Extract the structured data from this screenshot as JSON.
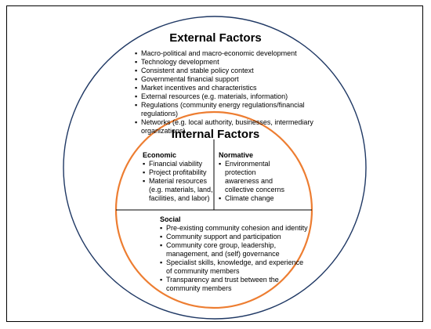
{
  "colors": {
    "outer_circle": "#1f3864",
    "inner_circle": "#ed7d31",
    "divider": "#000000"
  },
  "bullet": "▪",
  "external": {
    "title": "External Factors",
    "items": [
      "Macro-political and macro-economic development",
      "Technology development",
      "Consistent and stable policy context",
      "Governmental financial support",
      "Market incentives and characteristics",
      "External resources (e.g. materials, information)",
      "Regulations (community energy regulations/financial regulations)",
      "Networks (e.g. local authority, businesses, intermediary organizations)"
    ]
  },
  "internal": {
    "title": "Internal Factors",
    "economic": {
      "heading": "Economic",
      "items": [
        "Financial viability",
        "Project profitability",
        "Material resources (e.g. materials, land, facilities, and labor)"
      ]
    },
    "normative": {
      "heading": "Normative",
      "items": [
        "Environmental protection awareness and collective concerns",
        "Climate change"
      ]
    },
    "social": {
      "heading": "Social",
      "items": [
        "Pre-existing community cohesion and identity",
        "Community support and participation",
        "Community core group, leadership, management, and (self) governance",
        "Specialist skills, knowledge, and experience of community members",
        "Transparency and trust between the community members"
      ]
    }
  }
}
